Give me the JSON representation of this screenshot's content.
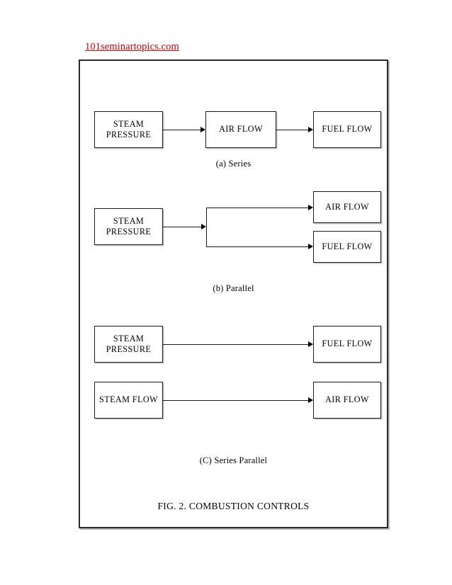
{
  "header": {
    "site_link": "101seminartopics.com",
    "link_color": "#cc0000"
  },
  "figure": {
    "fig_caption": "FIG. 2.  COMBUSTION CONTROLS",
    "sections": [
      {
        "id": "series",
        "caption": "(a) Series",
        "boxes": [
          {
            "id": "series-steam-pressure",
            "label": "STEAM\nPRESSURE"
          },
          {
            "id": "series-air-flow",
            "label": "AIR FLOW"
          },
          {
            "id": "series-fuel-flow",
            "label": "FUEL FLOW"
          }
        ]
      },
      {
        "id": "parallel",
        "caption": "(b) Parallel",
        "boxes": [
          {
            "id": "parallel-steam-pressure",
            "label": "STEAM\nPRESSURE"
          },
          {
            "id": "parallel-air-flow",
            "label": "AIR FLOW"
          },
          {
            "id": "parallel-fuel-flow",
            "label": "FUEL FLOW"
          }
        ]
      },
      {
        "id": "series-parallel",
        "caption": "(C) Series Parallel",
        "boxes": [
          {
            "id": "sp-steam-pressure",
            "label": "STEAM\nPRESSURE"
          },
          {
            "id": "sp-fuel-flow",
            "label": "FUEL FLOW"
          },
          {
            "id": "sp-steam-flow",
            "label": "STEAM FLOW"
          },
          {
            "id": "sp-air-flow",
            "label": "AIR FLOW"
          }
        ]
      }
    ]
  }
}
